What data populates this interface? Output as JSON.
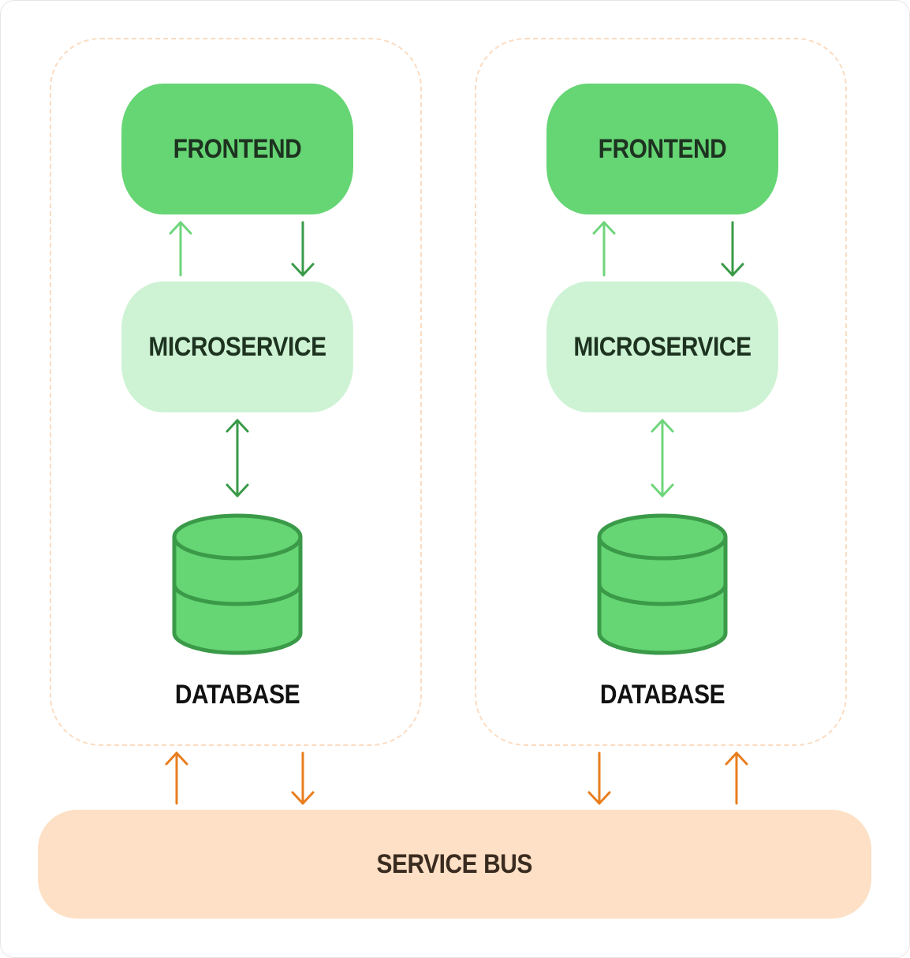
{
  "colors": {
    "frontend_fill": "#66d574",
    "microservice_fill": "#cef3d4",
    "database_fill": "#66d574",
    "database_stroke": "#3a9a48",
    "arrow_dark_green": "#3a9a48",
    "arrow_light_green": "#6fd57c",
    "arrow_orange": "#e87e1e",
    "group_border": "#fbdcc2",
    "bus_fill": "#fde0c5"
  },
  "groups": [
    {
      "frontend": "FRONTEND",
      "microservice": "MICROSERVICE",
      "database": "DATABASE"
    },
    {
      "frontend": "FRONTEND",
      "microservice": "MICROSERVICE",
      "database": "DATABASE"
    }
  ],
  "service_bus": "SERVICE BUS"
}
